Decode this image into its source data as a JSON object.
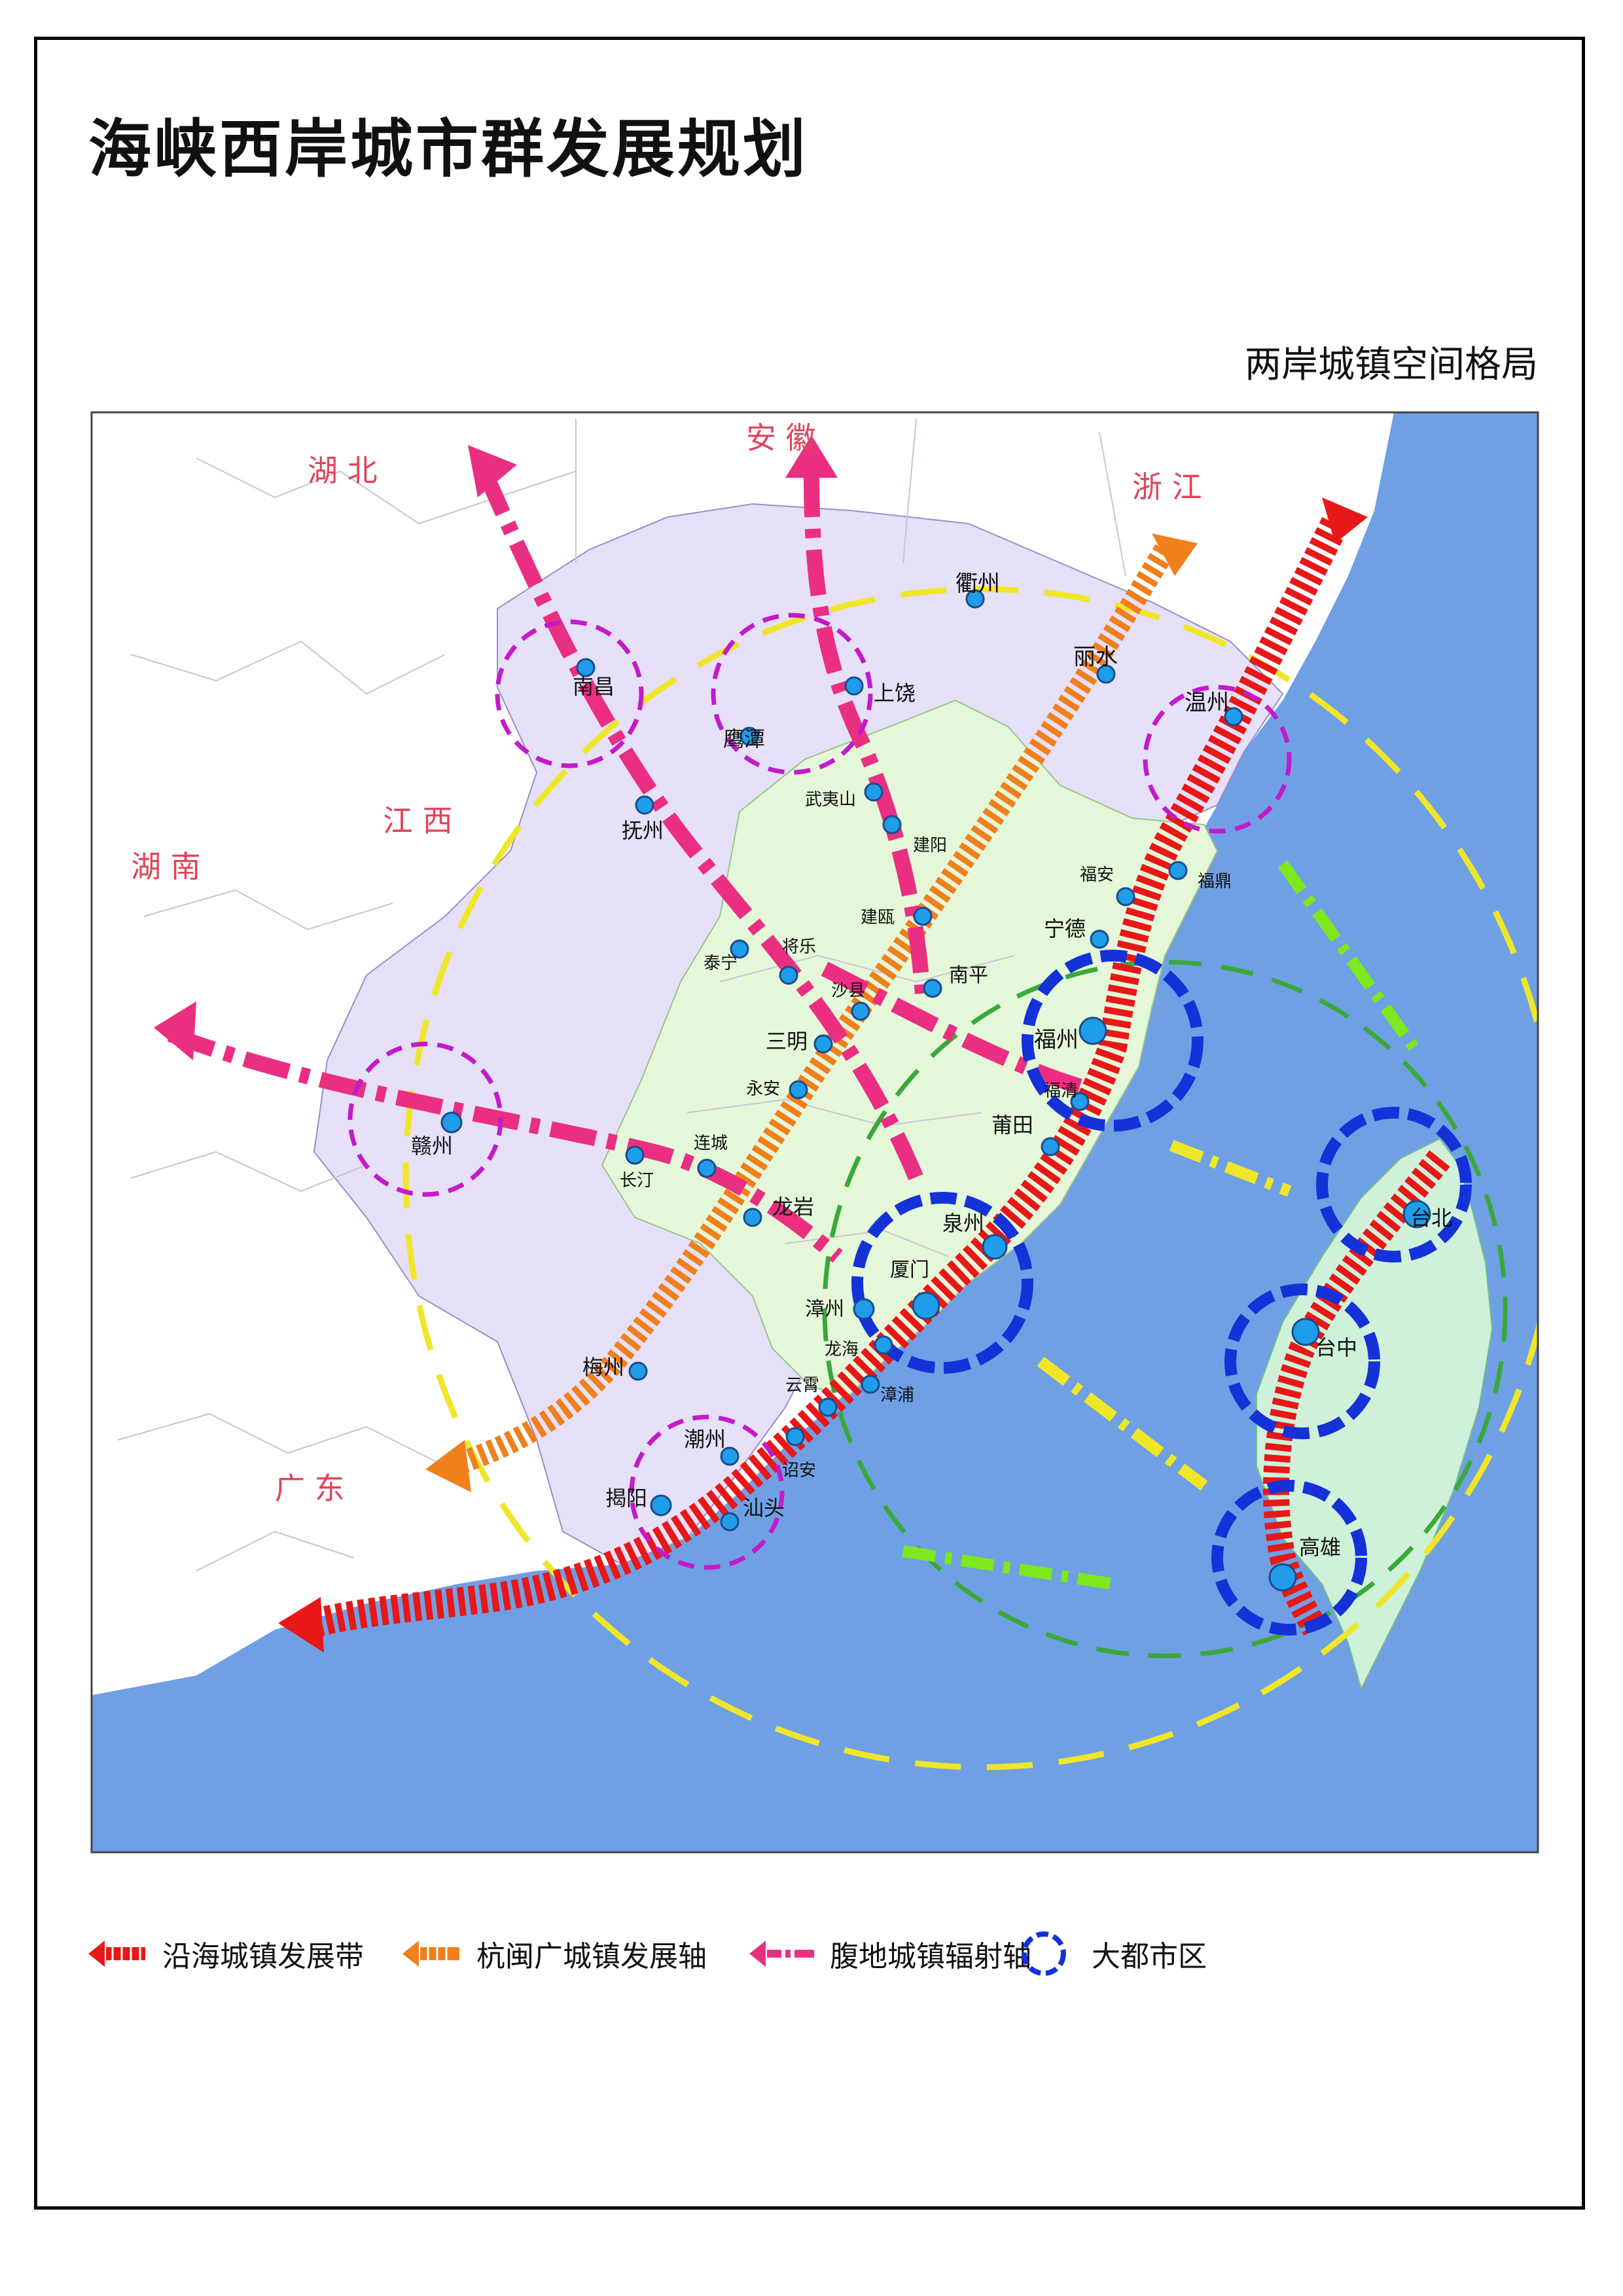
{
  "title": "海峡西岸城市群发展规划",
  "subtitle": "两岸城镇空间格局",
  "colors": {
    "sea": "#6fa0e4",
    "inland_land": "#ffffff",
    "western_strait_core": "#e4f7d8",
    "radiation_zone": "#e6e0f8",
    "taiwan": "#cff1d9",
    "coastal_belt": "#e81818",
    "hangminguang_axis": "#f0801c",
    "hinterland_axis": "#ea2f82",
    "metro_area": "#1432d8",
    "outer_ring": "#f0e628",
    "strait_ring": "#3aa83a",
    "province_label": "#e0445a",
    "city_dot": "#1f9cea"
  },
  "provinces": [
    "湖 北",
    "安 徽",
    "浙 江",
    "江 西",
    "湖 南",
    "广 东"
  ],
  "cities": [
    "衢州",
    "丽水",
    "温州",
    "南昌",
    "上饶",
    "鹰潭",
    "抚州",
    "武夷山",
    "建阳",
    "建瓯",
    "福安",
    "福鼎",
    "宁德",
    "泰宁",
    "将乐",
    "沙县",
    "南平",
    "三明",
    "福州",
    "永安",
    "福清",
    "莆田",
    "赣州",
    "连城",
    "长汀",
    "龙岩",
    "泉州",
    "厦门",
    "漳州",
    "龙海",
    "梅州",
    "云霄",
    "漳浦",
    "潮州",
    "揭阳",
    "汕头",
    "诏安",
    "台北",
    "台中",
    "高雄"
  ],
  "legend": {
    "coastal_belt": "沿海城镇发展带",
    "hangminguang_axis": "杭闽广城镇发展轴",
    "hinterland_axis": "腹地城镇辐射轴",
    "metro_area": "大都市区"
  }
}
